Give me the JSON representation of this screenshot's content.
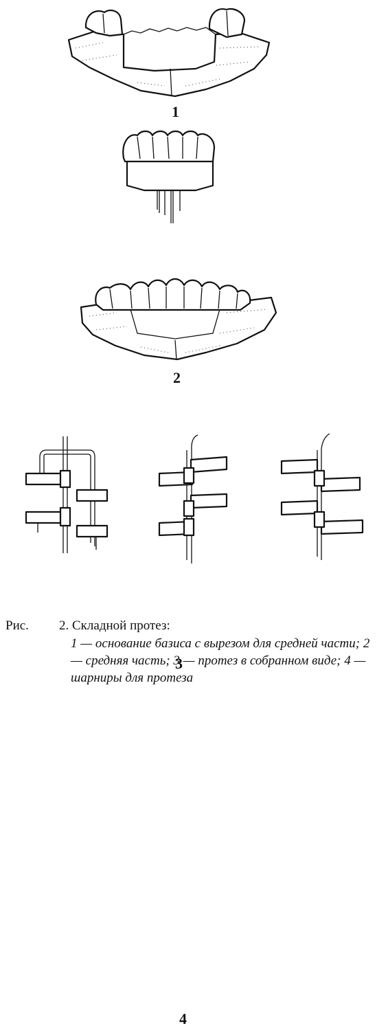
{
  "figures": [
    {
      "id": "fig1",
      "label": "1"
    },
    {
      "id": "fig2",
      "label": "2"
    },
    {
      "id": "fig3",
      "label": "3"
    },
    {
      "id": "fig4",
      "label": "4"
    }
  ],
  "caption": {
    "prefix": "Рис.",
    "title": "2. Складной протез:",
    "body": "1 — основание базиса с вырезом для средней части; 2 — средняя часть; 3 — протез в собранном виде; 4 — шарниры для протеза"
  }
}
